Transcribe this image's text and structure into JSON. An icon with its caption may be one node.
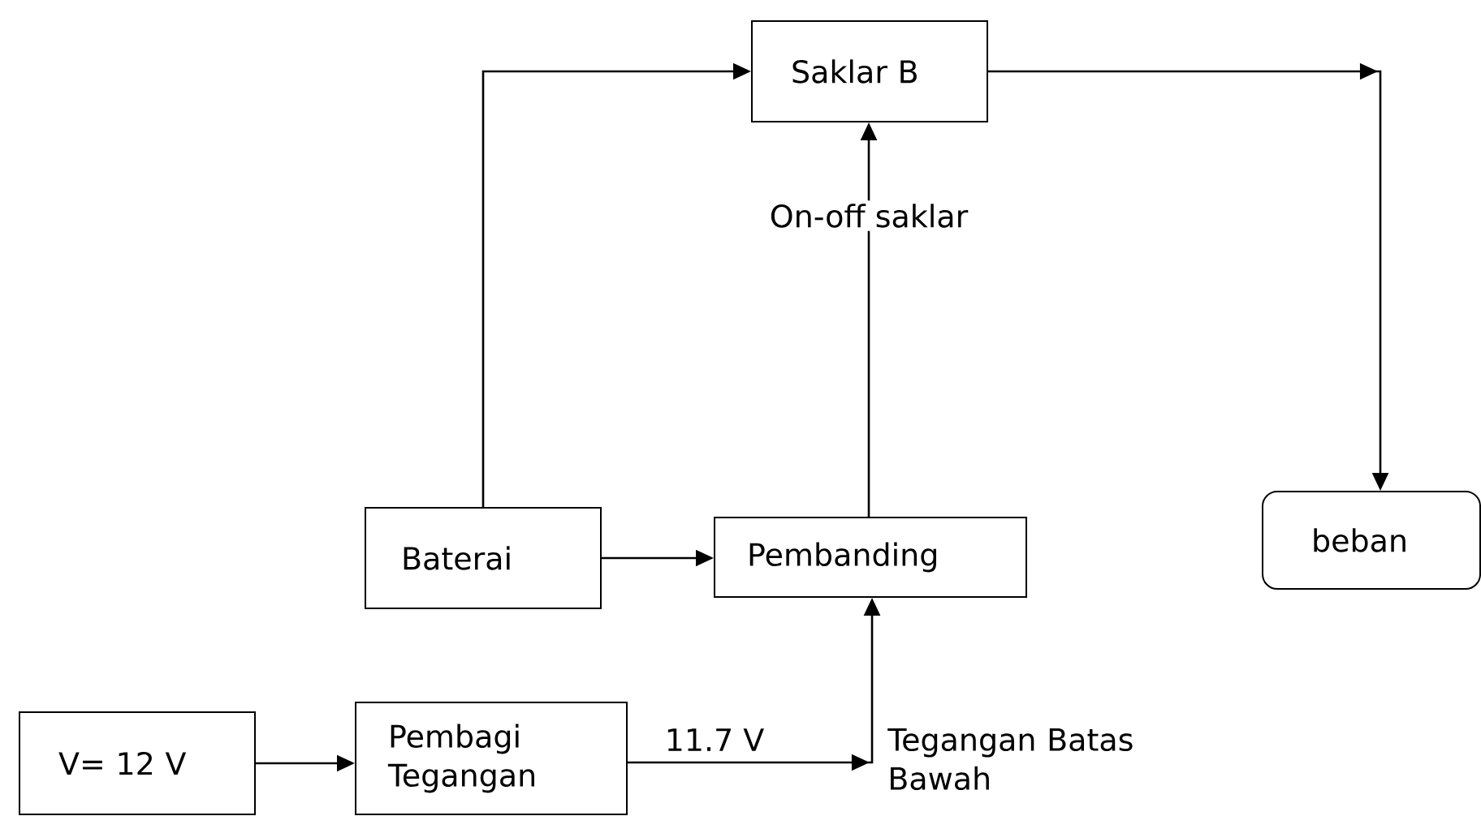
{
  "diagram": {
    "nodes": [
      {
        "text": [
          "Saklar B"
        ]
      },
      {
        "text": [
          "Baterai"
        ]
      },
      {
        "text": [
          "Pembanding"
        ]
      },
      {
        "text": [
          "beban"
        ]
      },
      {
        "text": [
          "V= 12 V"
        ]
      },
      {
        "text": [
          "Pembagi Tegangan"
        ]
      }
    ],
    "edges": [
      {
        "from": 1,
        "to": 0,
        "arrow": "to"
      },
      {
        "from": 0,
        "to": 3,
        "arrow": "to"
      },
      {
        "from": 1,
        "to": 2,
        "arrow": "to"
      },
      {
        "from": 2,
        "to": 0,
        "arrow": "to",
        "label": "On-off saklar"
      },
      {
        "from": 4,
        "to": 5,
        "arrow": "to"
      },
      {
        "from": 5,
        "to": 2,
        "arrow": "to",
        "label": "11.7 V"
      }
    ],
    "labels": [
      "Tegangan Batas Bawah"
    ]
  }
}
